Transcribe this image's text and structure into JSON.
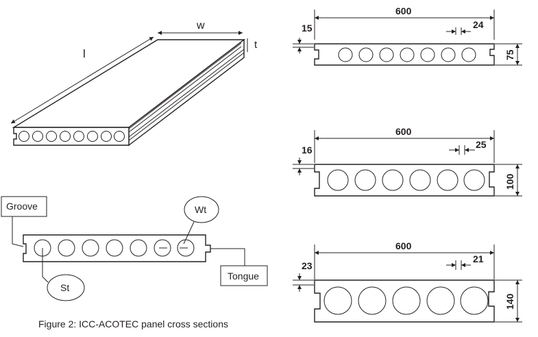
{
  "panel_3d": {
    "length_label": "l",
    "width_label": "w",
    "thickness_label": "t"
  },
  "legend": {
    "groove": "Groove",
    "wt": "Wt",
    "st": "St",
    "tongue": "Tongue"
  },
  "caption": "Figure 2: ICC-ACOTEC panel cross sections",
  "sections": [
    {
      "width": "600",
      "top_web": "15",
      "hole_spacing": "24",
      "height": "75"
    },
    {
      "width": "600",
      "top_web": "16",
      "hole_spacing": "25",
      "height": "100"
    },
    {
      "width": "600",
      "top_web": "23",
      "hole_spacing": "21",
      "height": "140"
    }
  ]
}
